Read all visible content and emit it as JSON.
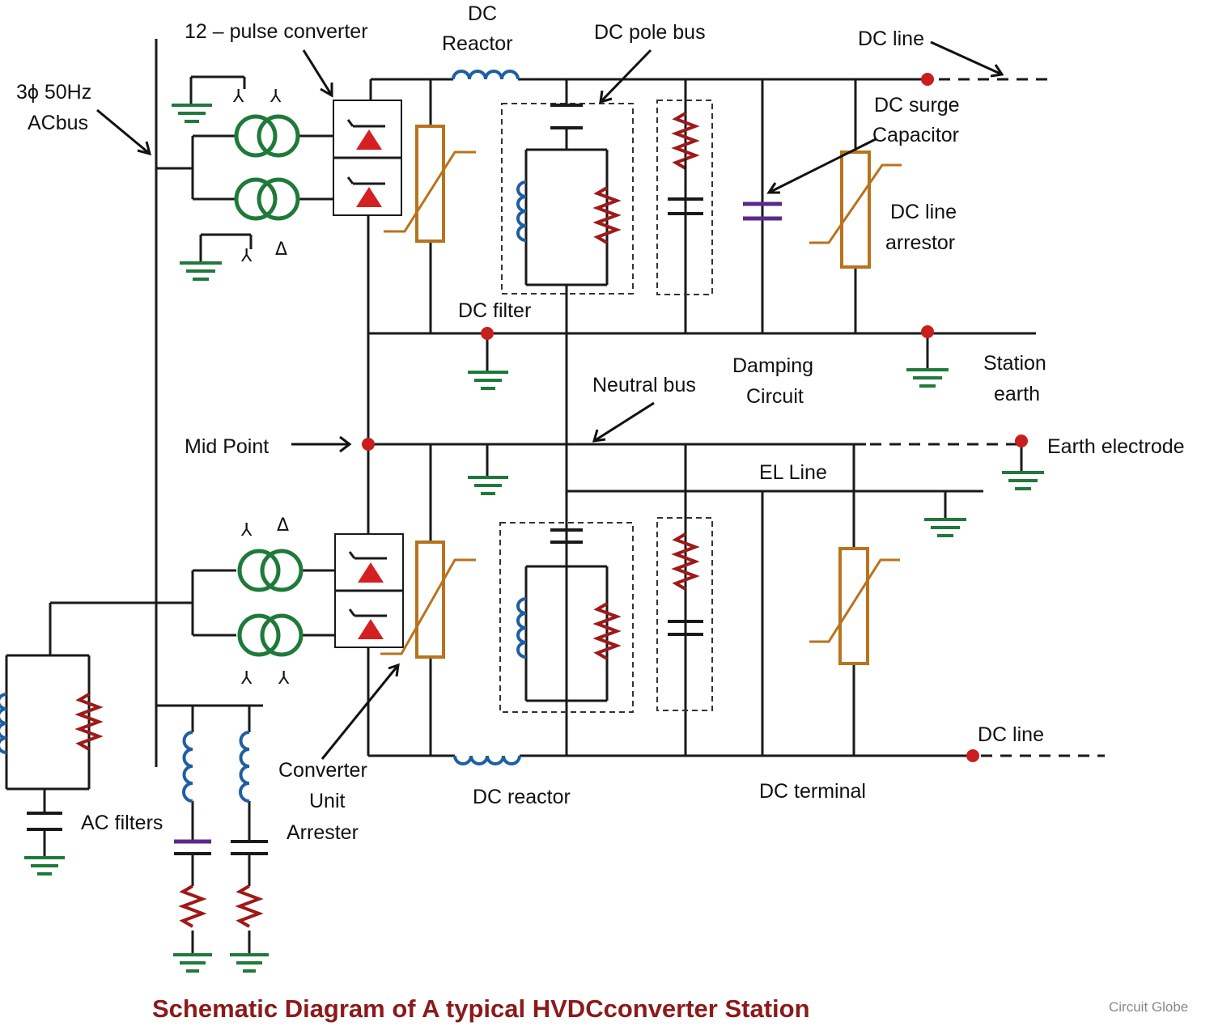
{
  "labels": {
    "pulse_converter": "12 – pulse converter",
    "dc_reactor_top_1": "DC",
    "dc_reactor_top_2": "Reactor",
    "dc_pole_bus": "DC pole bus",
    "dc_line_top": "DC line",
    "ac_bus_1": "3ϕ 50Hz",
    "ac_bus_2": "ACbus",
    "dc_surge_1": "DC surge",
    "dc_surge_2": "Capacitor",
    "dc_line_arrestor_1": "DC line",
    "dc_line_arrestor_2": "arrestor",
    "dc_filter": "DC filter",
    "damping_1": "Damping",
    "damping_2": "Circuit",
    "station_earth_1": "Station",
    "station_earth_2": "earth",
    "neutral_bus": "Neutral bus",
    "mid_point": "Mid Point",
    "earth_electrode": "Earth electrode",
    "el_line": "EL Line",
    "dc_line_bottom": "DC line",
    "converter_arrester_1": "Converter",
    "converter_arrester_2": "Unit",
    "converter_arrester_3": "Arrester",
    "dc_reactor_bottom": "DC reactor",
    "dc_terminal": "DC terminal",
    "ac_filters": "AC filters"
  },
  "symbols": {
    "wye": "⅄",
    "delta": "Δ"
  },
  "title": "Schematic Diagram of A typical HVDCconverter Station",
  "watermark": "Circuit Globe",
  "colors": {
    "wire": "#1a1a1a",
    "inductor": "#1f5fa0",
    "resistor": "#a01818",
    "ground": "#1f7a3a",
    "transformer": "#1f7a3a",
    "arrester": "#b8731c",
    "thyristor": "#d42020",
    "node": "#c81e1e",
    "title": "#8b1a1a"
  }
}
